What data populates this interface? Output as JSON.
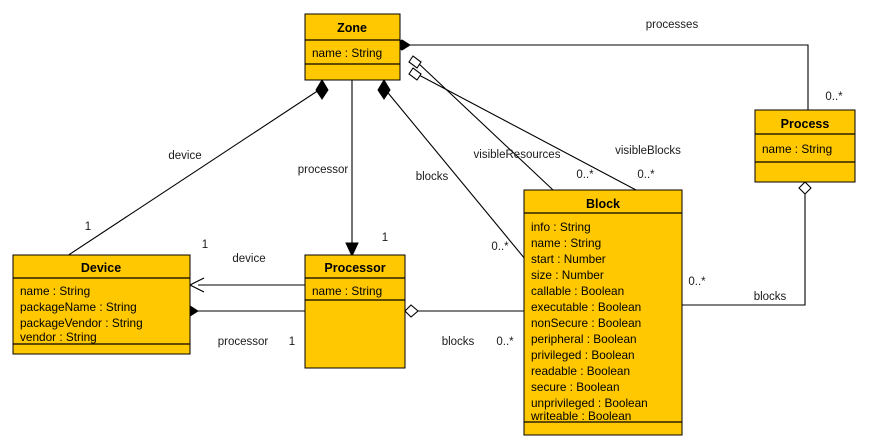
{
  "diagram": {
    "type": "uml-class-diagram",
    "title": "",
    "background_color": "#ffffff",
    "class_fill_color": "#FFC800",
    "line_color": "#000000",
    "classes": [
      {
        "id": "zone",
        "name": "Zone",
        "attributes": [
          "name : String"
        ],
        "operations": []
      },
      {
        "id": "process",
        "name": "Process",
        "attributes": [
          "name : String"
        ],
        "operations": []
      },
      {
        "id": "device",
        "name": "Device",
        "attributes": [
          "name : String",
          "packageName : String",
          "packageVendor : String",
          "vendor : String"
        ],
        "operations": []
      },
      {
        "id": "processor",
        "name": "Processor",
        "attributes": [
          "name : String"
        ],
        "operations": []
      },
      {
        "id": "block",
        "name": "Block",
        "attributes": [
          "info : String",
          "name : String",
          "start : Number",
          "size : Number",
          "callable : Boolean",
          "executable : Boolean",
          "nonSecure : Boolean",
          "peripheral : Boolean",
          "privileged : Boolean",
          "readable : Boolean",
          "secure : Boolean",
          "unprivileged : Boolean",
          "writeable : Boolean"
        ],
        "operations": []
      }
    ],
    "associations": [
      {
        "id": "zone-processes-process",
        "source": "zone",
        "target": "process",
        "role_label": "processes",
        "source_end": "composition",
        "target_multiplicity": "0..*"
      },
      {
        "id": "zone-device",
        "source": "zone",
        "target": "device",
        "role_label": "device",
        "source_end": "composition",
        "target_multiplicity": "1"
      },
      {
        "id": "zone-processor",
        "source": "zone",
        "target": "processor",
        "role_label": "processor",
        "source_end": "directed",
        "target_multiplicity": "1"
      },
      {
        "id": "zone-blocks-block",
        "source": "zone",
        "target": "block",
        "role_label": "blocks",
        "source_end": "composition",
        "target_multiplicity": "0..*"
      },
      {
        "id": "zone-visibleresources-block",
        "source": "zone",
        "target": "block",
        "role_label": "visibleResources",
        "source_end": "aggregation",
        "target_multiplicity": "0..*"
      },
      {
        "id": "zone-visibleblocks-block",
        "source": "zone",
        "target": "block",
        "role_label": "visibleBlocks",
        "source_end": "aggregation",
        "target_multiplicity": "0..*"
      },
      {
        "id": "device-processor",
        "source": "device",
        "target": "processor",
        "role_label": "processor",
        "source_end": "composition",
        "source_multiplicity": "1",
        "target_multiplicity": "1"
      },
      {
        "id": "processor-device",
        "source": "processor",
        "target": "device",
        "role_label": "device",
        "source_end": "directed",
        "source_multiplicity": "1",
        "target_multiplicity": "1"
      },
      {
        "id": "processor-blocks-block",
        "source": "processor",
        "target": "block",
        "role_label": "blocks",
        "source_end": "aggregation",
        "target_multiplicity": "0..*"
      },
      {
        "id": "process-blocks-block",
        "source": "process",
        "target": "block",
        "role_label": "blocks",
        "source_end": "aggregation",
        "target_multiplicity": "0..*"
      }
    ],
    "labels": {
      "processes": "processes",
      "device_upper": "device",
      "device_lower": "device",
      "processor_upper": "processor",
      "processor_lower": "processor",
      "blocks_zone": "blocks",
      "blocks_processor": "blocks",
      "blocks_process": "blocks",
      "visible_resources": "visibleResources",
      "visible_blocks": "visibleBlocks"
    },
    "multiplicities": {
      "process_top": "0..*",
      "device_left": "1",
      "device_right": "1",
      "processor_top": "1",
      "processor_bottom": "1",
      "block_left_blocks": "0..*",
      "block_visible_resources": "0..*",
      "block_visible_blocks": "0..*",
      "block_processor_blocks": "0..*",
      "block_process_blocks": "0..*"
    }
  }
}
